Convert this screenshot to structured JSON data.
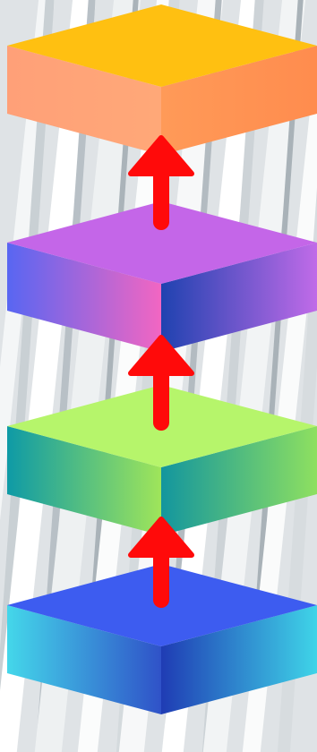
{
  "diagram": {
    "type": "stacked-layers-with-arrows",
    "direction": "bottom-to-top",
    "layers": [
      {
        "id": "layer-1",
        "order": 1,
        "top_color": "#3d5cf0",
        "left_colors": [
          "#44d7ea",
          "#2f52c8"
        ],
        "right_colors": [
          "#1f3cb4",
          "#3fd4e8"
        ]
      },
      {
        "id": "layer-2",
        "order": 2,
        "top_color": "#b6f56b",
        "left_colors": [
          "#0e9aa6",
          "#9fe55a"
        ],
        "right_colors": [
          "#13969e",
          "#8ee060"
        ]
      },
      {
        "id": "layer-3",
        "order": 3,
        "top_color": "#c466e8",
        "left_colors": [
          "#5866f2",
          "#f266c2"
        ],
        "right_colors": [
          "#1f42b0",
          "#c06be8"
        ]
      },
      {
        "id": "layer-4",
        "order": 4,
        "top_color": "#ffc011",
        "left_colors": [
          "#ffa078",
          "#ffa878"
        ],
        "right_colors": [
          "#ff9a58",
          "#ff8c4e"
        ]
      }
    ],
    "arrows": [
      {
        "id": "arrow-1-to-2",
        "from": "layer-1",
        "to": "layer-2",
        "color": "#ff0a0a"
      },
      {
        "id": "arrow-2-to-3",
        "from": "layer-2",
        "to": "layer-3",
        "color": "#ff0a0a"
      },
      {
        "id": "arrow-3-to-4",
        "from": "layer-3",
        "to": "layer-4",
        "color": "#ff0a0a"
      }
    ],
    "background": {
      "description_colors": [
        "#dfe3e6",
        "#f5f6f7",
        "#aeb6bc"
      ]
    }
  }
}
